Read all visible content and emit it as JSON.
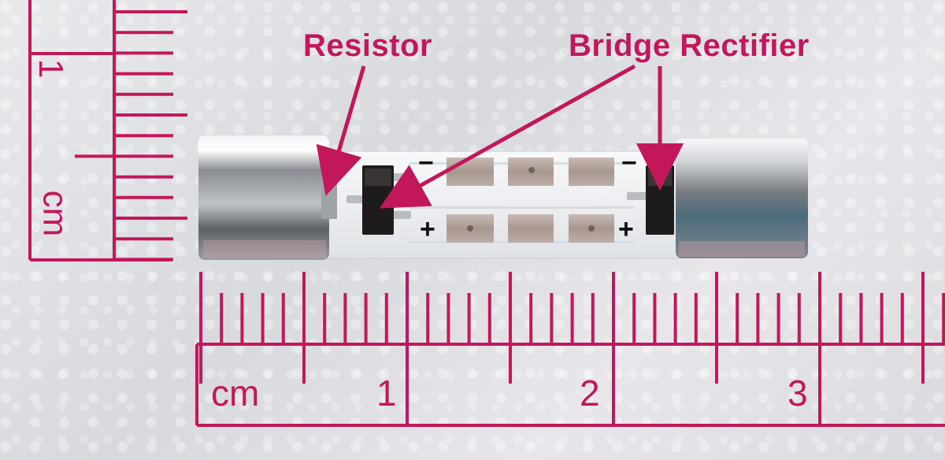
{
  "annotations": {
    "resistor_label": "Resistor",
    "bridge_label": "Bridge Rectifier"
  },
  "board_marks": {
    "minus_left": "−",
    "minus_right": "−",
    "plus_left": "+",
    "plus_right": "+"
  },
  "vertical_ruler": {
    "unit": "cm",
    "number": "1"
  },
  "horizontal_ruler": {
    "unit": "cm",
    "numbers": [
      "1",
      "2",
      "3"
    ]
  },
  "colors": {
    "ruler": "#c2185b",
    "annotation": "#c2185b",
    "pcb": "#eef0f2",
    "pad": "#b8aaa3",
    "metal": "#c9cdd1"
  }
}
